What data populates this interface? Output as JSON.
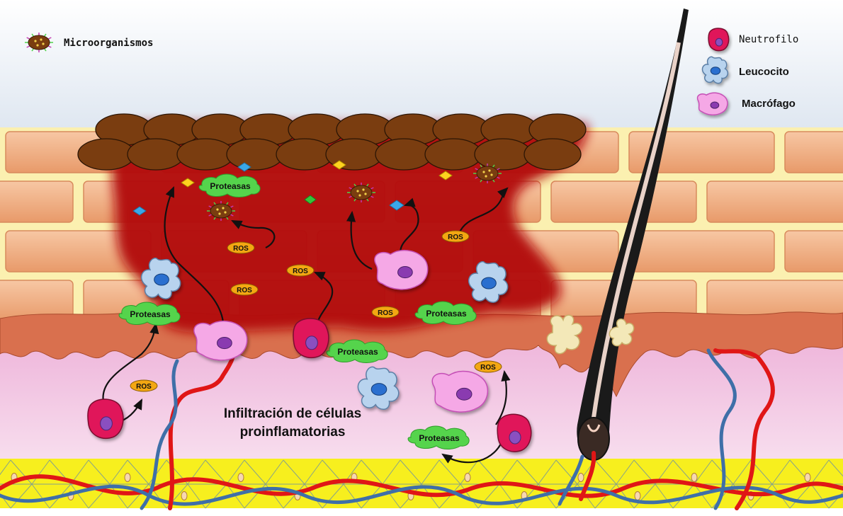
{
  "legend": {
    "microorganisms": "Microorganismos",
    "neutrophil": "Neutrofilo",
    "leukocyte": "Leucocito",
    "macrophage": "Macrófago"
  },
  "labels": {
    "proteases": "Proteasas",
    "ros": "ROS",
    "infiltration_line1": "Infiltración de células",
    "infiltration_line2": "proinflamatorias"
  },
  "colors": {
    "wound": "#b30b0b",
    "scab": "#7a3d10",
    "brick": "#f0b48c",
    "mortar": "#fbf0b0",
    "epidermis": "#d9704e",
    "dermis": "#f3c6e2",
    "matrix": "#f7ef1e",
    "neutrophil": "#e0145a",
    "leukocyte": "#b8d3ee",
    "macrophage": "#f5a8e6",
    "protease": "#55d44c",
    "ros": "#f3a712",
    "vessel_red": "#e01616",
    "vessel_blue": "#3f6fa8"
  }
}
